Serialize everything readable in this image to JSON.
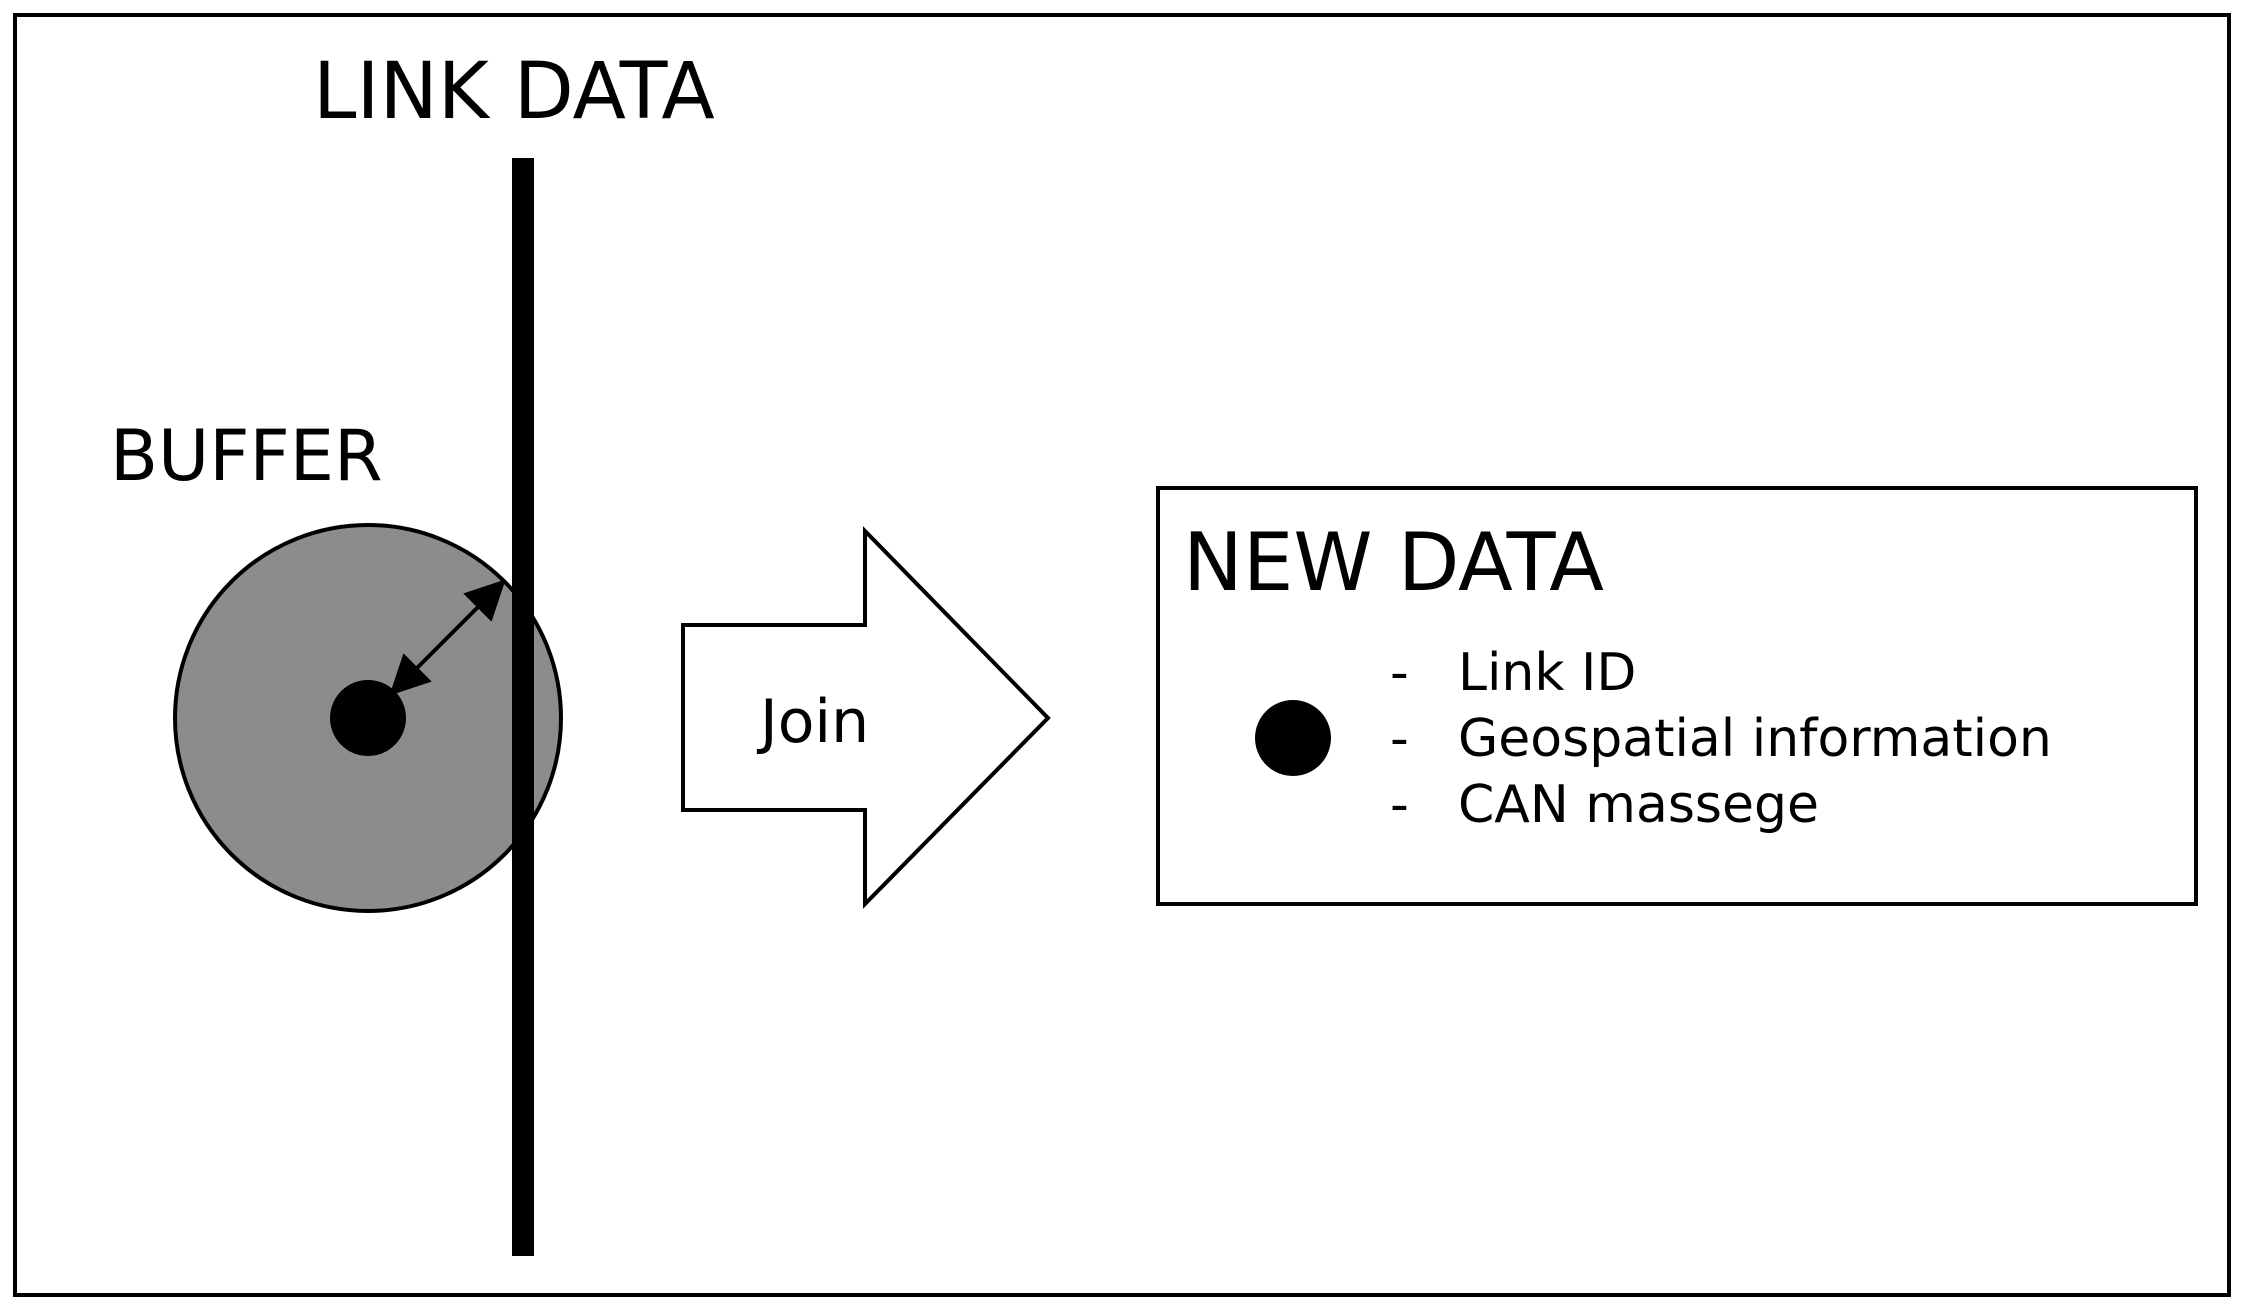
{
  "diagram": {
    "link_label": "LINK DATA",
    "buffer_label": "BUFFER",
    "join_label": "Join",
    "new_data": {
      "title": "NEW DATA",
      "items": [
        {
          "bullet": "-",
          "text": "Link ID"
        },
        {
          "bullet": "-",
          "text": "Geospatial information"
        },
        {
          "bullet": "-",
          "text": "CAN massege"
        }
      ]
    },
    "colors": {
      "buffer_fill": "#8c8c8c",
      "stroke": "#000000",
      "background": "#ffffff"
    }
  }
}
